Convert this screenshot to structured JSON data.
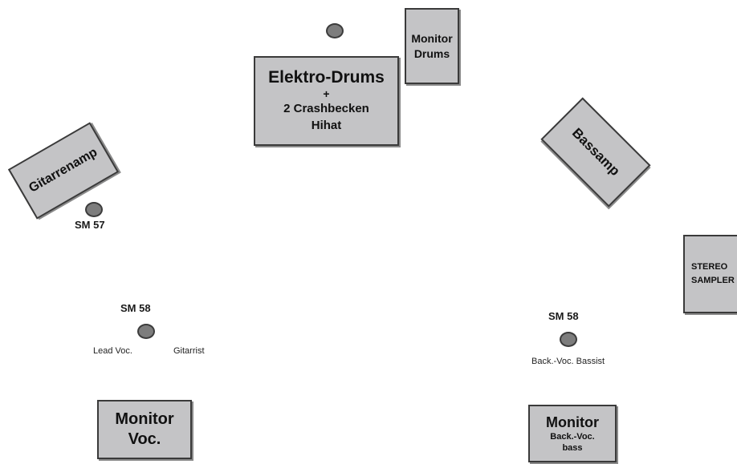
{
  "drums": {
    "title": "Elektro-Drums",
    "plus": "+",
    "line2": "2 Crashbecken",
    "line3": "Hihat"
  },
  "monitor_drums": {
    "line1": "Monitor",
    "line2": "Drums"
  },
  "guitar_amp": {
    "label": "Gitarrenamp"
  },
  "bass_amp": {
    "label": "Bassamp"
  },
  "stereo_sampler": {
    "line1": "STEREO",
    "line2": "SAMPLER"
  },
  "guitar_mic": {
    "label": "SM 57"
  },
  "lead_mic": {
    "label": "SM 58",
    "left_note": "Lead Voc.",
    "right_note": "Gitarrist"
  },
  "back_mic": {
    "label": "SM 58",
    "note": "Back.-Voc. Bassist"
  },
  "monitor_voc": {
    "line1": "Monitor",
    "line2": "Voc."
  },
  "monitor_back": {
    "line1": "Monitor",
    "line2": "Back.-Voc.",
    "line3": "bass"
  },
  "colors": {
    "box_fill": "#c4c4c6",
    "box_border": "#3a3a3a",
    "mic_fill": "#7d7d7d"
  }
}
